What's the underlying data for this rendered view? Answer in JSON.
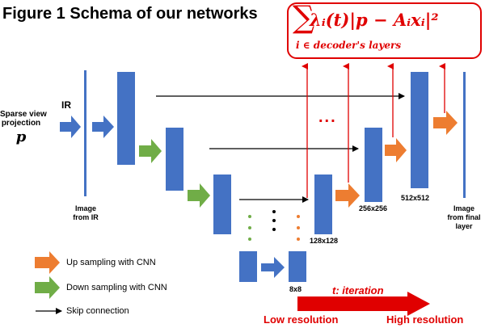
{
  "title": "Figure 1  Schema of our networks",
  "formula": {
    "sum": "∑",
    "expression": "λᵢ(t)|p − Aᵢxᵢ|²",
    "subscript": "i ∈ decoder's layers"
  },
  "input": {
    "label": "Sparse view projection",
    "line1": "Sparse view",
    "line2": "projection",
    "symbol": "p",
    "ir_label": "IR"
  },
  "image_labels": {
    "from_ir": [
      "Image",
      "from IR"
    ],
    "from_final": [
      "Image",
      "from final",
      "layer"
    ]
  },
  "sizes": [
    "512x512",
    "256x256",
    "128x128",
    "8x8"
  ],
  "ellipsis": "...",
  "legend": {
    "up": "Up sampling with CNN",
    "down": "Down sampling with CNN",
    "skip": "Skip connection"
  },
  "timeline": {
    "iteration": "t: iteration",
    "low": "Low resolution",
    "high": "High resolution"
  },
  "colors": {
    "block": "#4472c4",
    "up_arrow": "#ed7d31",
    "down_arrow": "#70ad47",
    "red": "#e00000"
  }
}
